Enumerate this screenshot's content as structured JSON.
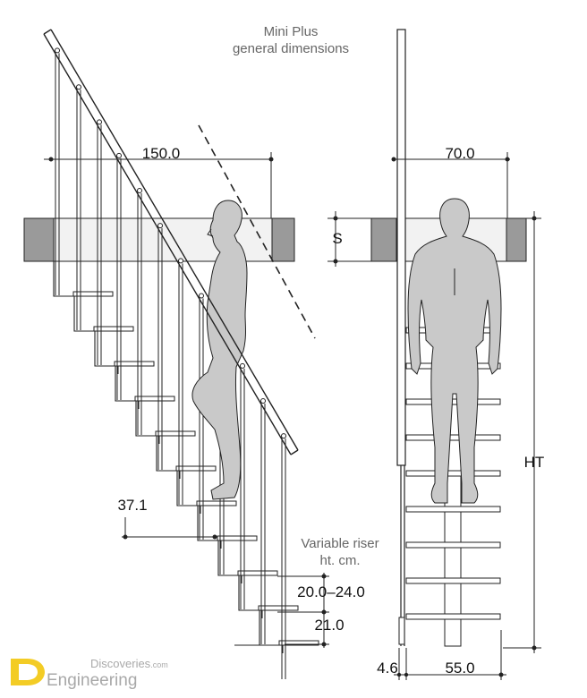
{
  "title": {
    "line1": "Mini Plus",
    "line2": "general dimensions"
  },
  "side_view": {
    "width_label": "150.0",
    "tread_label": "37.1",
    "riser_label": "20.0–24.0",
    "last_label": "21.0",
    "note_line1": "Variable riser",
    "note_line2": "ht. cm."
  },
  "front_view": {
    "width_label": "70.0",
    "floor_label": "S",
    "height_label": "HT",
    "post_label": "4.6",
    "base_label": "55.0"
  },
  "watermark": {
    "line1": "Discoveries",
    "line1_suffix": ".com",
    "line2": "Engineering"
  },
  "colors": {
    "figure_fill": "#c9c9c9",
    "floor_fill": "#f2f2f2",
    "floor_end_fill": "#9a9a9a",
    "line": "#222222",
    "logo_accent": "#f2c400"
  }
}
